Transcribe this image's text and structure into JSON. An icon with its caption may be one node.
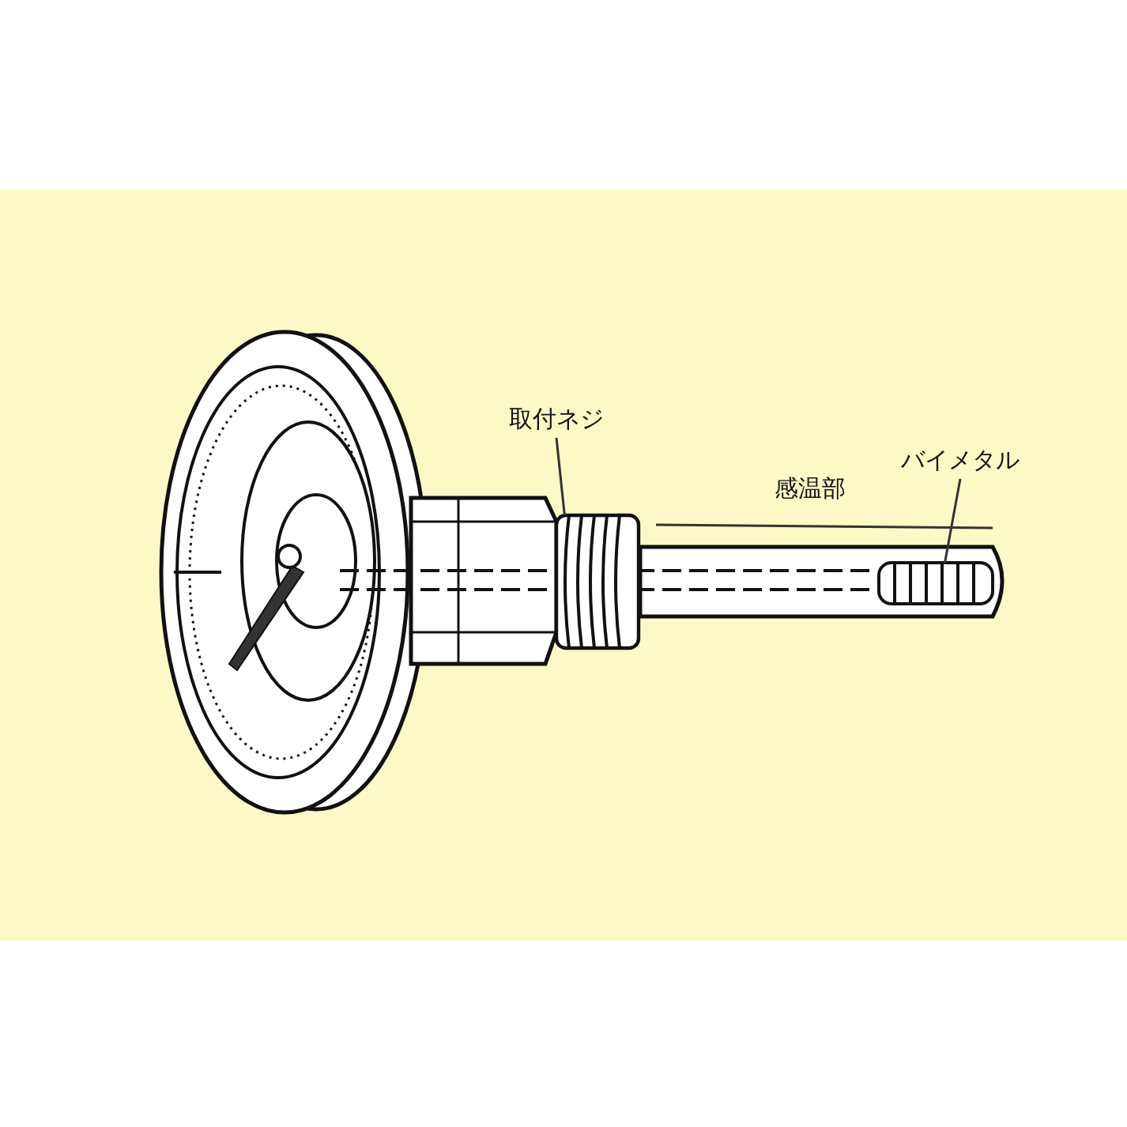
{
  "diagram": {
    "nodes": [
      {
        "text": [
          "取付ネジ"
        ]
      },
      {
        "text": [],
        "shape": "picture"
      },
      {
        "text": [
          "バイメタル"
        ]
      },
      {
        "text": [],
        "shape": "picture"
      }
    ],
    "edges": [
      {
        "from": 0,
        "to": 1,
        "arrow": "none"
      },
      {
        "from": 2,
        "to": 3,
        "arrow": "none"
      }
    ],
    "labels": [
      "感温部"
    ]
  }
}
